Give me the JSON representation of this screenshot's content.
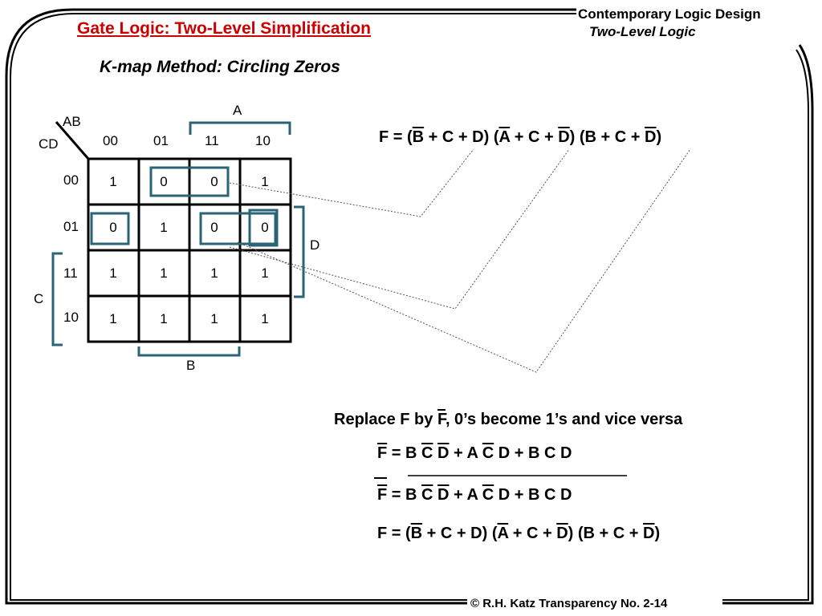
{
  "header": {
    "title": "Gate Logic: Two-Level Simplification",
    "book_title": "Contemporary Logic Design",
    "book_subtitle": "Two-Level Logic"
  },
  "subtitle": "K-map Method: Circling Zeros",
  "kmap": {
    "corner_ab": "AB",
    "corner_cd": "CD",
    "col_headers": [
      "00",
      "01",
      "11",
      "10"
    ],
    "row_headers": [
      "00",
      "01",
      "11",
      "10"
    ],
    "cells": [
      [
        "1",
        "0",
        "0",
        "1"
      ],
      [
        "0",
        "1",
        "0",
        "0"
      ],
      [
        "1",
        "1",
        "1",
        "1"
      ],
      [
        "1",
        "1",
        "1",
        "1"
      ]
    ],
    "bracket_labels": {
      "A": "A",
      "B": "B",
      "C": "C",
      "D": "D"
    }
  },
  "equations": {
    "f_pos": {
      "prefix": "F = (",
      "t1": "B",
      "t2": " + C + D) (",
      "t3": "A",
      "t4": " + C + ",
      "t5": "D",
      "t6": ") (B + C + ",
      "t7": "D",
      "t8": ")"
    },
    "replace": {
      "p1": "Replace F by ",
      "fbar": "F",
      "p2": ", 0’s become 1’s and vice versa"
    },
    "fbar_sop": {
      "f": "F",
      "eq": " = B ",
      "c1": "C",
      "sp1": " ",
      "d1": "D",
      "mid": " + A ",
      "c2": "C",
      "tail": " D + B C D"
    },
    "fbar_bar": {
      "f": "F",
      "eq": " = B ",
      "c1": "C",
      "sp1": " ",
      "d1": "D",
      "mid": " + A ",
      "c2": "C",
      "tail": " D + B C D"
    },
    "f_final": {
      "prefix": "F = (",
      "t1": "B",
      "t2": " + C + D) (",
      "t3": "A",
      "t4": " + C + ",
      "t5": "D",
      "t6": ") (B + C + ",
      "t7": "D",
      "t8": ")"
    }
  },
  "footer": "© R.H. Katz   Transparency No. 2-14",
  "colors": {
    "title_red": "#cc0000",
    "group_teal": "#2b6477"
  }
}
